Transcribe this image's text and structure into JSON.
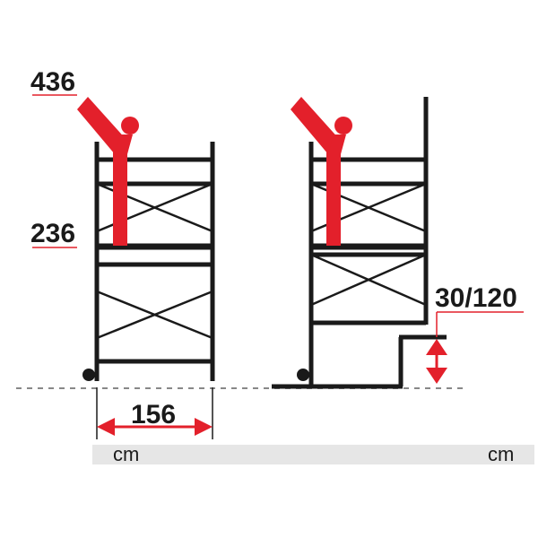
{
  "labels": {
    "height_top": "436",
    "height_platform": "236",
    "width": "156",
    "adjust_range": "30/120",
    "unit_left": "cm",
    "unit_right": "cm"
  },
  "colors": {
    "frame": "#1a1a1a",
    "accent": "#e3202b",
    "unit_bar": "#e6e6e6",
    "ground": "#888888"
  }
}
